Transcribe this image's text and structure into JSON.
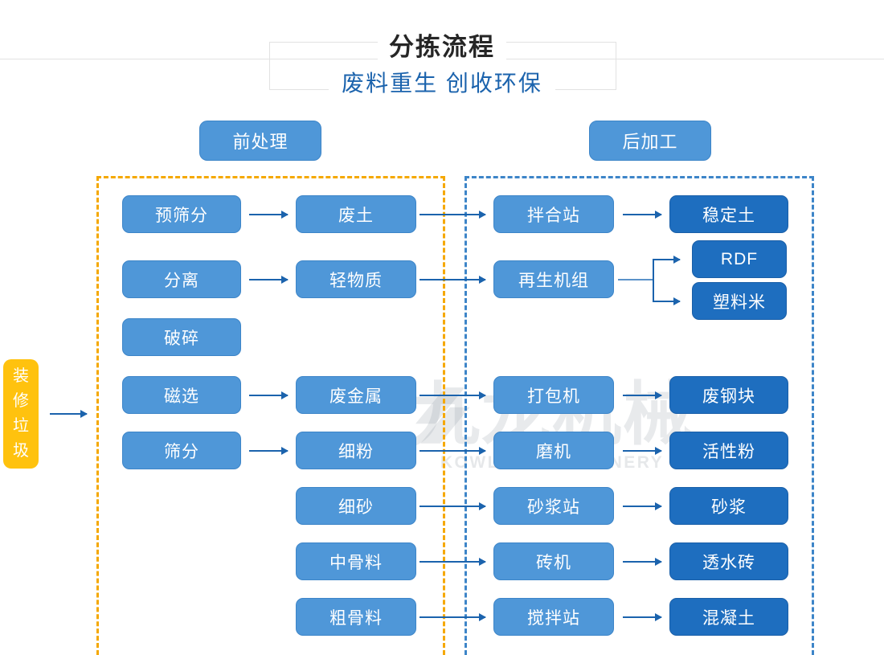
{
  "header": {
    "title": "分拣流程",
    "subtitle": "废料重生 创收环保"
  },
  "watermark": {
    "cn": "九龙机械",
    "en": "KOWLOONMACHINERY"
  },
  "sections": {
    "pre": {
      "label": "前处理",
      "frame_color": "#f5a800"
    },
    "post": {
      "label": "后加工",
      "frame_color": "#3d85c8"
    }
  },
  "input": {
    "label": "装修垃圾",
    "color": "#ffc20e"
  },
  "colors": {
    "node_light": "#4f97d8",
    "node_dark": "#1e6ebf",
    "arrow": "#1b63ad",
    "title": "#262626",
    "subtitle": "#1b63ad"
  },
  "nodes": {
    "process_pre": [
      {
        "label": "预筛分"
      },
      {
        "label": "分离"
      },
      {
        "label": "破碎"
      },
      {
        "label": "磁选"
      },
      {
        "label": "筛分"
      }
    ],
    "material": [
      {
        "label": "废土"
      },
      {
        "label": "轻物质"
      },
      {
        "label": "废金属"
      },
      {
        "label": "细粉"
      },
      {
        "label": "细砂"
      },
      {
        "label": "中骨料"
      },
      {
        "label": "粗骨料"
      }
    ],
    "process_post": [
      {
        "label": "拌合站"
      },
      {
        "label": "再生机组"
      },
      {
        "label": "打包机"
      },
      {
        "label": "磨机"
      },
      {
        "label": "砂浆站"
      },
      {
        "label": "砖机"
      },
      {
        "label": "搅拌站"
      }
    ],
    "product": [
      {
        "label": "稳定土"
      },
      {
        "label": "RDF"
      },
      {
        "label": "塑料米"
      },
      {
        "label": "废钢块"
      },
      {
        "label": "活性粉"
      },
      {
        "label": "砂浆"
      },
      {
        "label": "透水砖"
      },
      {
        "label": "混凝土"
      }
    ]
  }
}
